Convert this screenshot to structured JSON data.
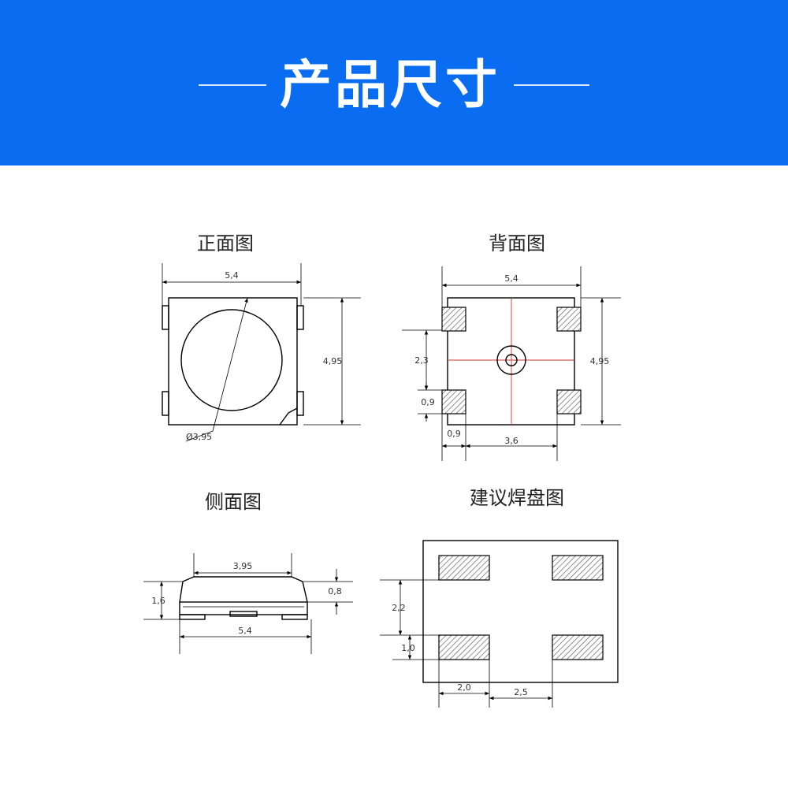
{
  "header": {
    "title": "产品尺寸"
  },
  "colors": {
    "banner": "#0a6cf0",
    "center_cross": "#cc3333",
    "pad_hatch": "#555555"
  },
  "views": {
    "front": {
      "title": "正面图",
      "width": "5,4",
      "height": "4,95",
      "lens_diameter": "Ø3,95"
    },
    "back": {
      "title": "背面图",
      "width": "5,4",
      "height": "4,95",
      "pad_pitch_v": "2,3",
      "pad_size_v": "0,9",
      "pad_size_h": "0,9",
      "pad_pitch_h": "3,6"
    },
    "side": {
      "title": "侧面图",
      "lens_width": "3,95",
      "body_height": "1,6",
      "lens_height": "0,8",
      "total_width": "5,4"
    },
    "pads": {
      "title": "建议焊盘图",
      "pad_gap_v": "2,2",
      "pad_height": "1,0",
      "pad_width": "2,0",
      "pad_gap_h": "2,5"
    }
  }
}
